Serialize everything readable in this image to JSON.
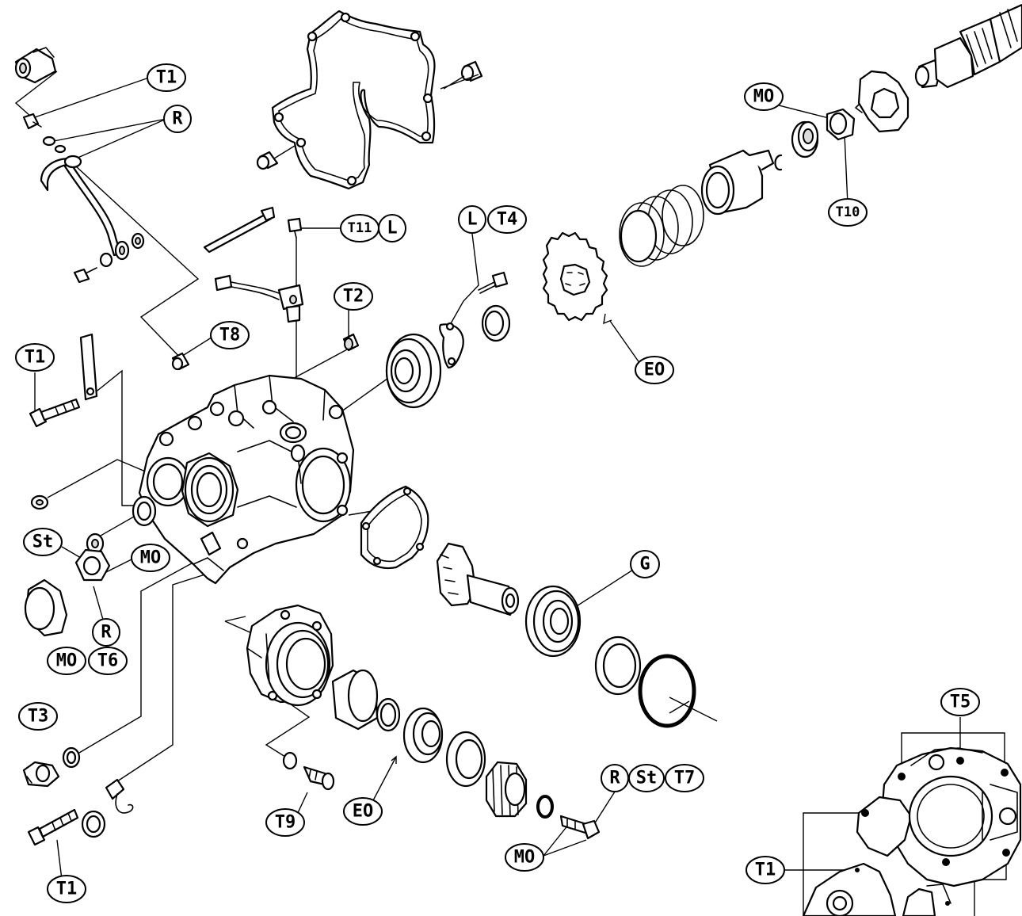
{
  "callouts": {
    "t1_top": "T1",
    "r_top": "R",
    "t11": "T11",
    "l_t11": "L",
    "l_t4": "L",
    "t4": "T4",
    "t2": "T2",
    "t8": "T8",
    "mo_top": "MO",
    "t10": "T10",
    "eo_upper": "EO",
    "t1_left": "T1",
    "st_left": "St",
    "mo_left": "MO",
    "r_left": "R",
    "mo_t6": "MO",
    "t6": "T6",
    "g": "G",
    "t3": "T3",
    "t9": "T9",
    "eo_lower": "EO",
    "r_t7": "R",
    "st_t7": "St",
    "t7": "T7",
    "mo_lower": "MO",
    "t1_bottom": "T1",
    "t5": "T5",
    "t1_inset": "T1"
  }
}
